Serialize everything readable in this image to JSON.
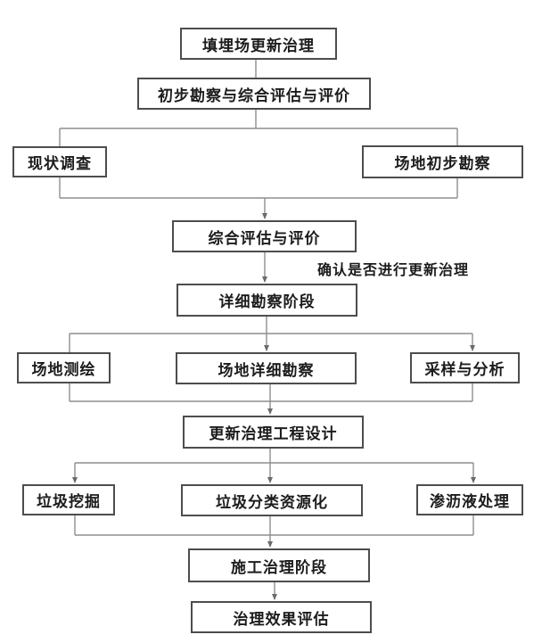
{
  "diagram": {
    "type": "flowchart",
    "nodes": {
      "root": "填埋场更新治理",
      "preliminary": "初步勘察与综合评估与评价",
      "status_survey": "现状调查",
      "site_prelim": "场地初步勘察",
      "assessment": "综合评估与评价",
      "detailed_stage": "详细勘察阶段",
      "site_mapping": "场地测绘",
      "site_detailed": "场地详细勘察",
      "sampling": "采样与分析",
      "design": "更新治理工程设计",
      "excavation": "垃圾挖掘",
      "sorting": "垃圾分类资源化",
      "leachate": "渗沥液处理",
      "construction": "施工治理阶段",
      "evaluation": "治理效果评估"
    },
    "annotation": "确认是否进行更新治理",
    "colors": {
      "background": "#ffffff",
      "box_border": "#4d4d4d",
      "line": "#8e8e8e",
      "text": "#1c1c1c"
    }
  }
}
